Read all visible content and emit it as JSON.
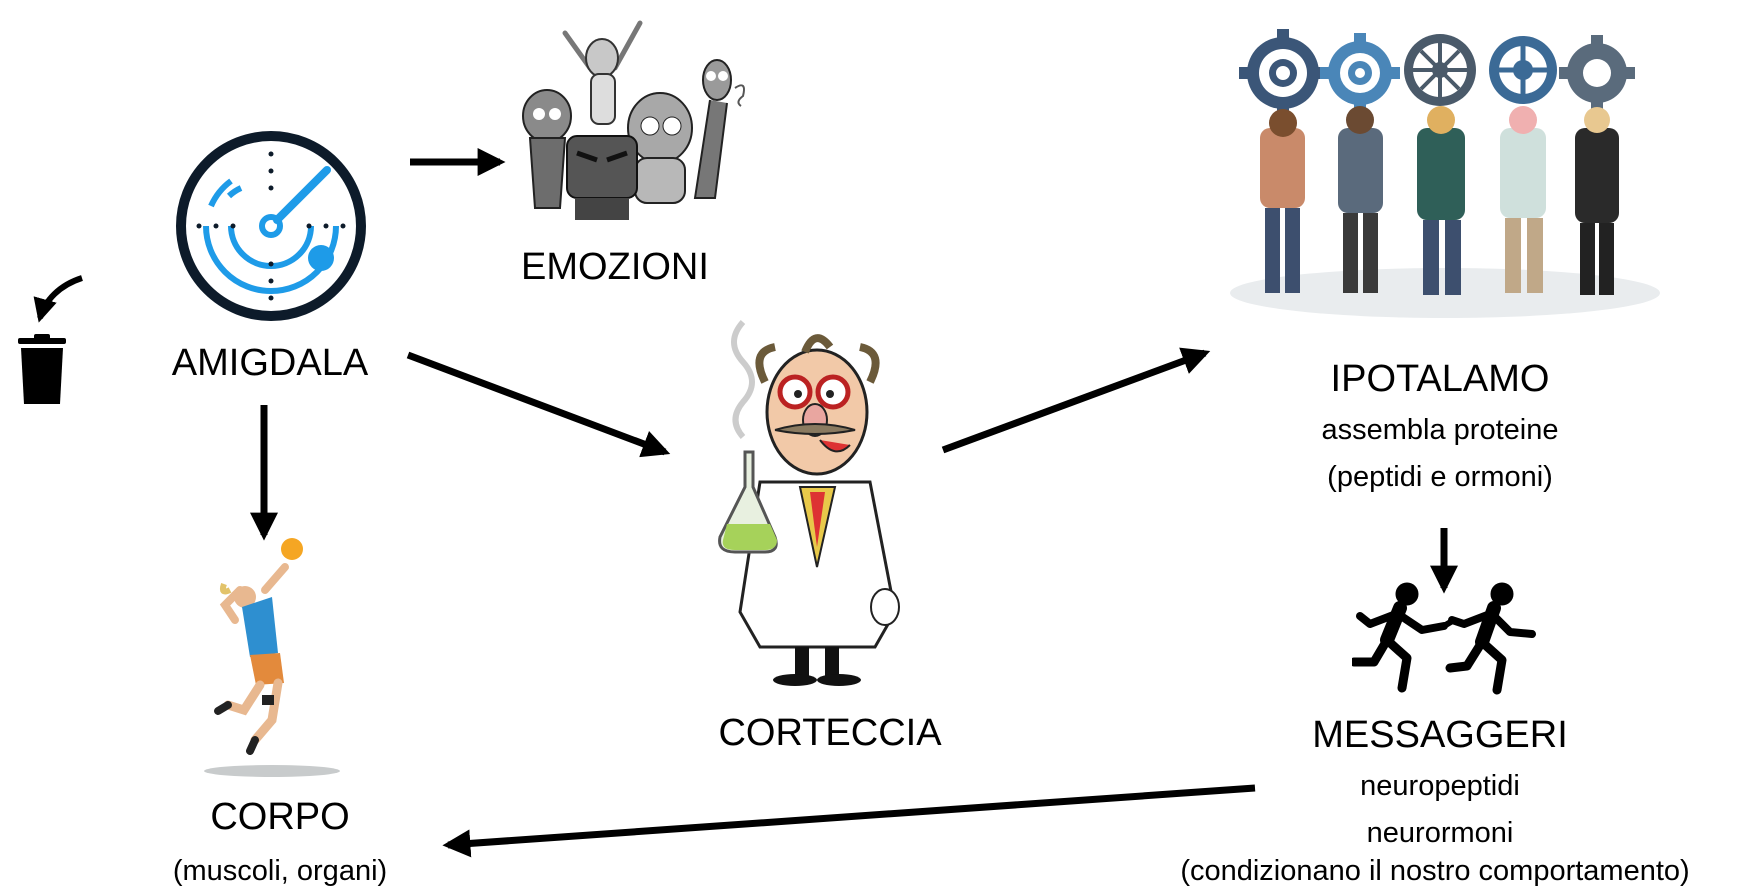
{
  "nodes": {
    "amigdala": {
      "title": "AMIGDALA",
      "icon": "radar-icon"
    },
    "emozioni": {
      "title": "EMOZIONI",
      "icon": "emotion-characters-icon"
    },
    "corteccia": {
      "title": "CORTECCIA",
      "icon": "scientist-icon"
    },
    "ipotalamo": {
      "title": "IPOTALAMO",
      "line1": "assembla proteine",
      "line2": "(peptidi e ormoni)",
      "icon": "people-gears-icon"
    },
    "messaggeri": {
      "title": "MESSAGGERI",
      "line1": "neuropeptidi",
      "line2": "neurormoni",
      "line3": "(condizionano il nostro comportamento)",
      "icon": "relay-runners-icon"
    },
    "corpo": {
      "title": "CORPO",
      "line1": "(muscoli, organi)",
      "icon": "volleyball-player-icon"
    },
    "trash": {
      "icon": "trash-icon"
    }
  },
  "edges": [
    {
      "from": "amigdala",
      "to": "emozioni"
    },
    {
      "from": "amigdala",
      "to": "corteccia"
    },
    {
      "from": "amigdala",
      "to": "corpo"
    },
    {
      "from": "amigdala",
      "to": "trash"
    },
    {
      "from": "corteccia",
      "to": "ipotalamo"
    },
    {
      "from": "ipotalamo",
      "to": "messaggeri"
    },
    {
      "from": "messaggeri",
      "to": "corpo"
    }
  ],
  "colors": {
    "radar_blue": "#1E9BE8",
    "radar_ring": "#0d1b2a",
    "arrow": "#000000",
    "ball": "#F5A623"
  }
}
